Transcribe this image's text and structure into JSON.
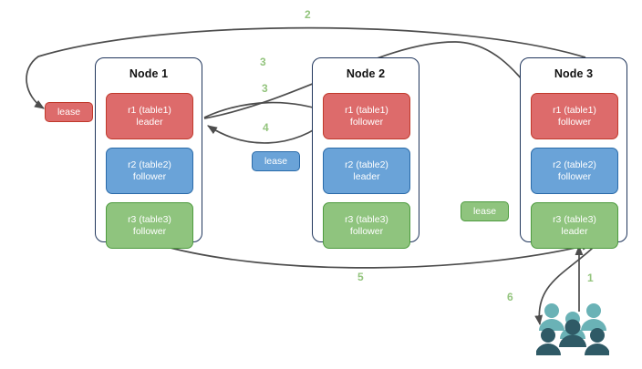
{
  "diagram": {
    "title": "Raft multi-replica lease diagram",
    "colors": {
      "red": "#dd6b6b",
      "red_border": "#c0392b",
      "blue": "#6aa3d8",
      "blue_border": "#2a6aa8",
      "green": "#8fc47e",
      "green_border": "#4e9b3f",
      "node_border": "#20365c",
      "edge": "#4d4d4d",
      "label": "#93c47d",
      "people_light": "#6ab2b6",
      "people_dark": "#2f5a66"
    },
    "nodes": [
      {
        "id": "node1",
        "title": "Node 1",
        "replicas": [
          {
            "id": "r1",
            "line1": "r1 (table1)",
            "line2": "leader",
            "color": "red"
          },
          {
            "id": "r2",
            "line1": "r2 (table2)",
            "line2": "follower",
            "color": "blue"
          },
          {
            "id": "r3",
            "line1": "r3 (table3)",
            "line2": "follower",
            "color": "green"
          }
        ]
      },
      {
        "id": "node2",
        "title": "Node 2",
        "replicas": [
          {
            "id": "r1",
            "line1": "r1 (table1)",
            "line2": "follower",
            "color": "red"
          },
          {
            "id": "r2",
            "line1": "r2 (table2)",
            "line2": "leader",
            "color": "blue"
          },
          {
            "id": "r3",
            "line1": "r3 (table3)",
            "line2": "follower",
            "color": "green"
          }
        ]
      },
      {
        "id": "node3",
        "title": "Node 3",
        "replicas": [
          {
            "id": "r1",
            "line1": "r1 (table1)",
            "line2": "follower",
            "color": "red"
          },
          {
            "id": "r2",
            "line1": "r2 (table2)",
            "line2": "follower",
            "color": "blue"
          },
          {
            "id": "r3",
            "line1": "r3 (table3)",
            "line2": "leader",
            "color": "green"
          }
        ]
      }
    ],
    "leases": [
      {
        "id": "lease-r1",
        "label": "lease",
        "color": "red"
      },
      {
        "id": "lease-r2",
        "label": "lease",
        "color": "blue"
      },
      {
        "id": "lease-r3",
        "label": "lease",
        "color": "green"
      }
    ],
    "edge_labels": [
      {
        "id": "step-1",
        "label": "1"
      },
      {
        "id": "step-2",
        "label": "2"
      },
      {
        "id": "step-3a",
        "label": "3"
      },
      {
        "id": "step-3b",
        "label": "3"
      },
      {
        "id": "step-4",
        "label": "4"
      },
      {
        "id": "step-5",
        "label": "5"
      },
      {
        "id": "step-6",
        "label": "6"
      }
    ],
    "actor": {
      "id": "clients",
      "icon": "people-group-icon"
    }
  }
}
